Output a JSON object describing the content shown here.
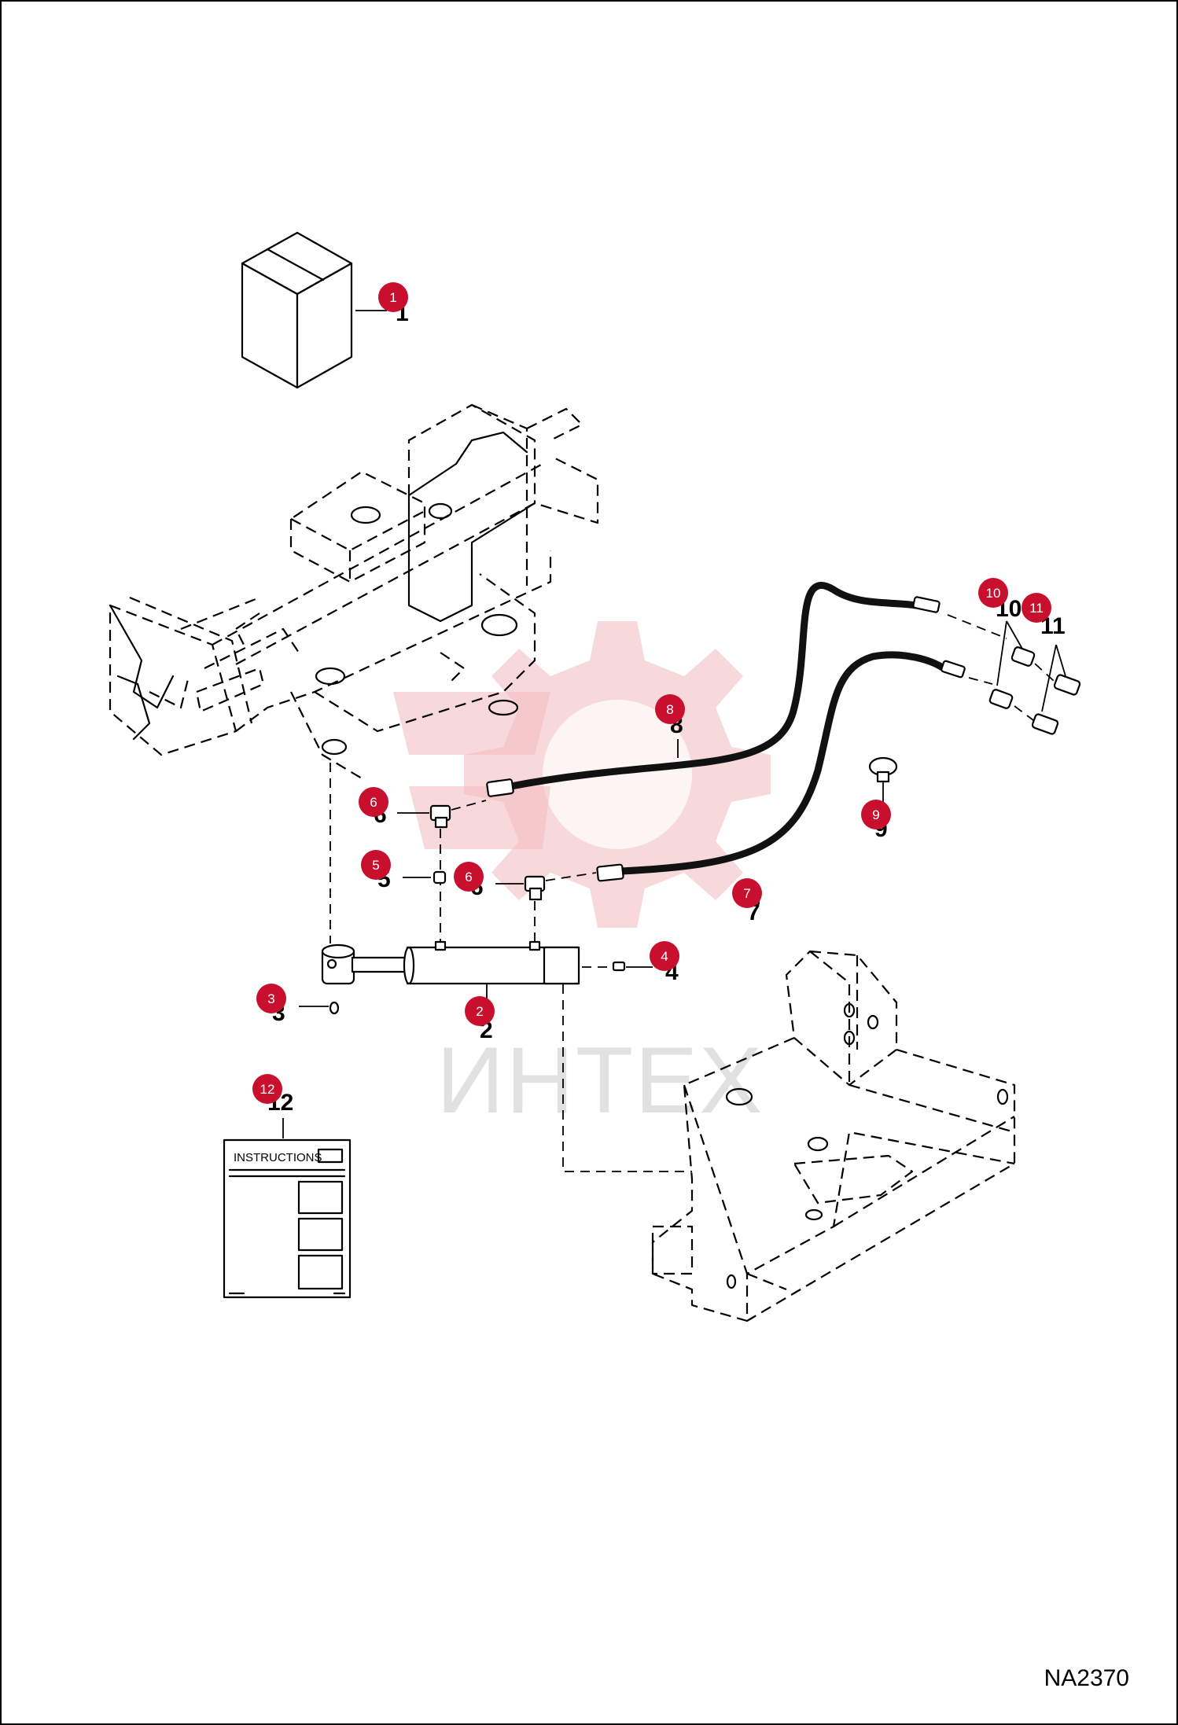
{
  "diagram": {
    "document_code": "NA2370",
    "watermark_text": "ИНТЕХ",
    "instructions_label": "INSTRUCTIONS",
    "callout_color": "#c8102e",
    "callouts": [
      {
        "id": "1",
        "label": "1"
      },
      {
        "id": "2",
        "label": "2"
      },
      {
        "id": "3",
        "label": "3"
      },
      {
        "id": "4",
        "label": "4"
      },
      {
        "id": "5",
        "label": "5"
      },
      {
        "id": "6a",
        "label": "6"
      },
      {
        "id": "6b",
        "label": "6"
      },
      {
        "id": "7",
        "label": "7"
      },
      {
        "id": "8",
        "label": "8"
      },
      {
        "id": "9",
        "label": "9"
      },
      {
        "id": "10",
        "label": "10"
      },
      {
        "id": "11",
        "label": "11"
      },
      {
        "id": "12",
        "label": "12"
      }
    ],
    "part_numbers": [
      "1",
      "2",
      "3",
      "4",
      "5",
      "6",
      "6",
      "7",
      "8",
      "9",
      "10",
      "11",
      "12"
    ]
  }
}
